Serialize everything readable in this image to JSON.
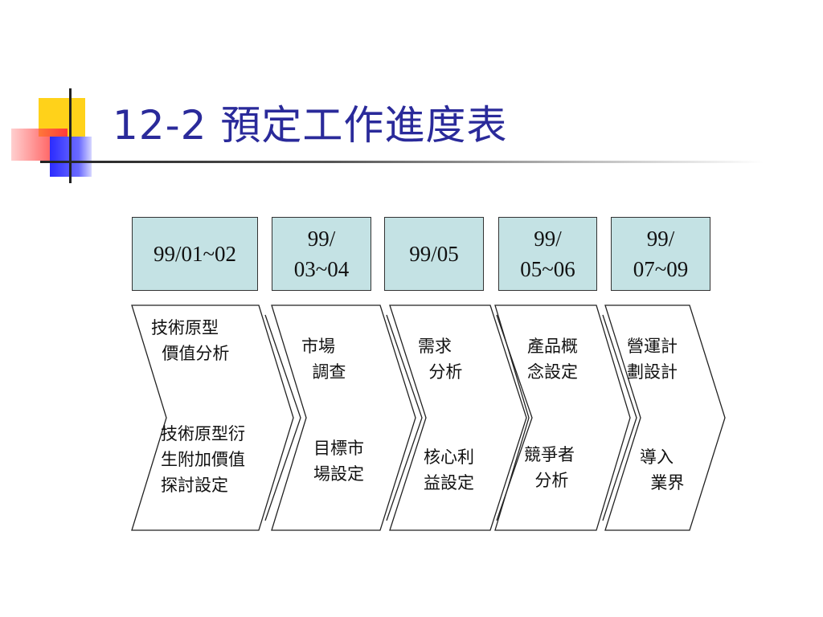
{
  "title": "12-2  預定工作進度表",
  "phases": [
    {
      "date": "99/01~02",
      "tasks": [
        "技術原型\n  價值分析",
        "技術原型衍\n生附加價值\n探討設定"
      ]
    },
    {
      "date": "99/\n03~04",
      "tasks": [
        "市場\n  調查",
        "目標市\n場設定"
      ]
    },
    {
      "date": "99/05",
      "tasks": [
        "需求\n  分析",
        "核心利\n益設定"
      ]
    },
    {
      "date": "99/\n05~06",
      "tasks": [
        "產品概\n念設定",
        "競爭者\n  分析"
      ]
    },
    {
      "date": "99/\n07~09",
      "tasks": [
        "營運計\n劃設計",
        "導入\n  業界"
      ]
    }
  ]
}
